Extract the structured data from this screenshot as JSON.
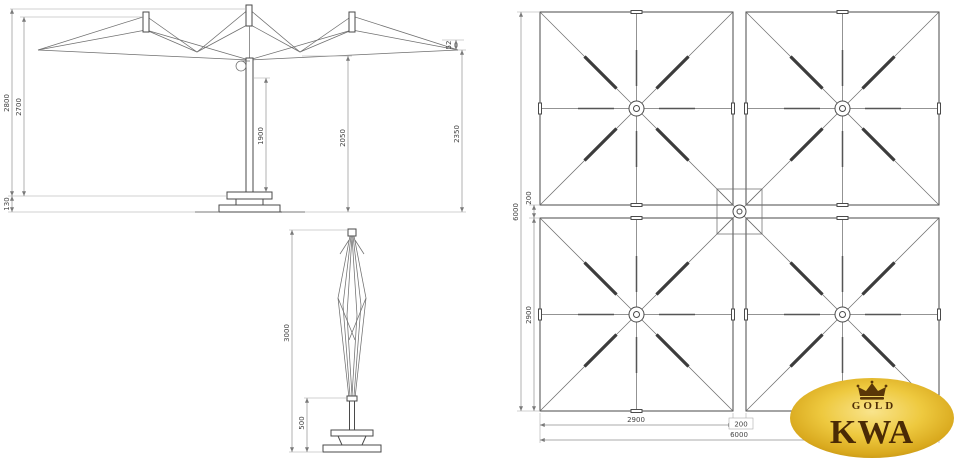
{
  "drawing": {
    "side_view": {
      "dims": {
        "overall_height": "2800",
        "canopy_height": "2700",
        "base_thickness": "130",
        "pole_clearance": "1900",
        "valley_clearance": "2050",
        "edge_clearance": "2350",
        "edge_drop": "52"
      }
    },
    "folded_view": {
      "dims": {
        "closed_height": "3000",
        "base_section": "500"
      }
    },
    "plan_view": {
      "dims": {
        "total_depth": "6000",
        "gap_depth": "200",
        "panel_depth": "2900",
        "panel_width": "2900",
        "gap_width": "200",
        "total_width": "6000"
      }
    }
  },
  "logo": {
    "tagline": "GOLD",
    "brand": "KWA",
    "gold_color": "#e2b72e",
    "text_color": "#4a2a05"
  }
}
